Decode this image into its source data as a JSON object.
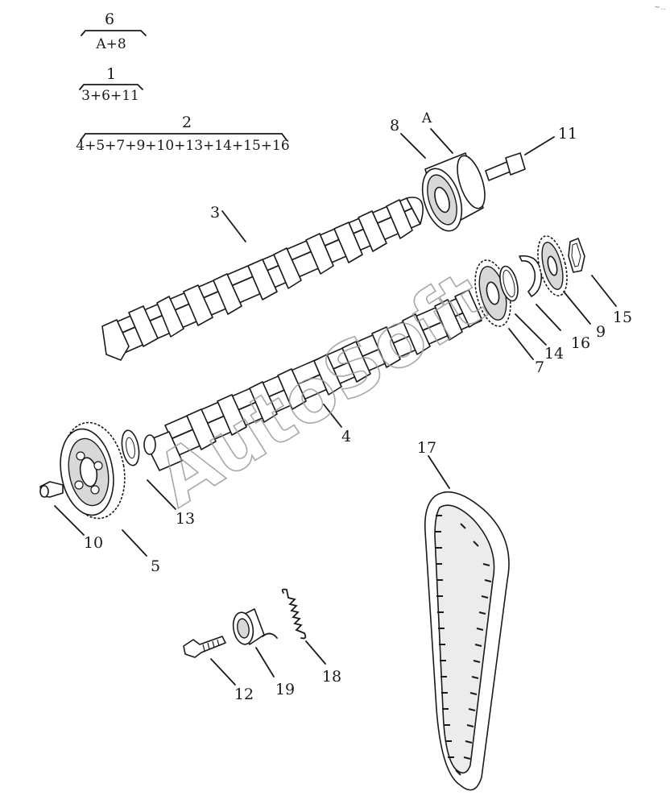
{
  "formulas": [
    {
      "top": "6",
      "bottom": "A+8"
    },
    {
      "top": "1",
      "bottom": "3+6+11"
    },
    {
      "top": "2",
      "bottom": "4+5+7+9+10+13+14+15+16"
    }
  ],
  "callouts": [
    "8",
    "A",
    "11",
    "3",
    "15",
    "9",
    "16",
    "14",
    "7",
    "4",
    "13",
    "10",
    "5",
    "17",
    "18",
    "19",
    "12"
  ],
  "watermark": "AutoSoft",
  "corner_mark": "~.."
}
